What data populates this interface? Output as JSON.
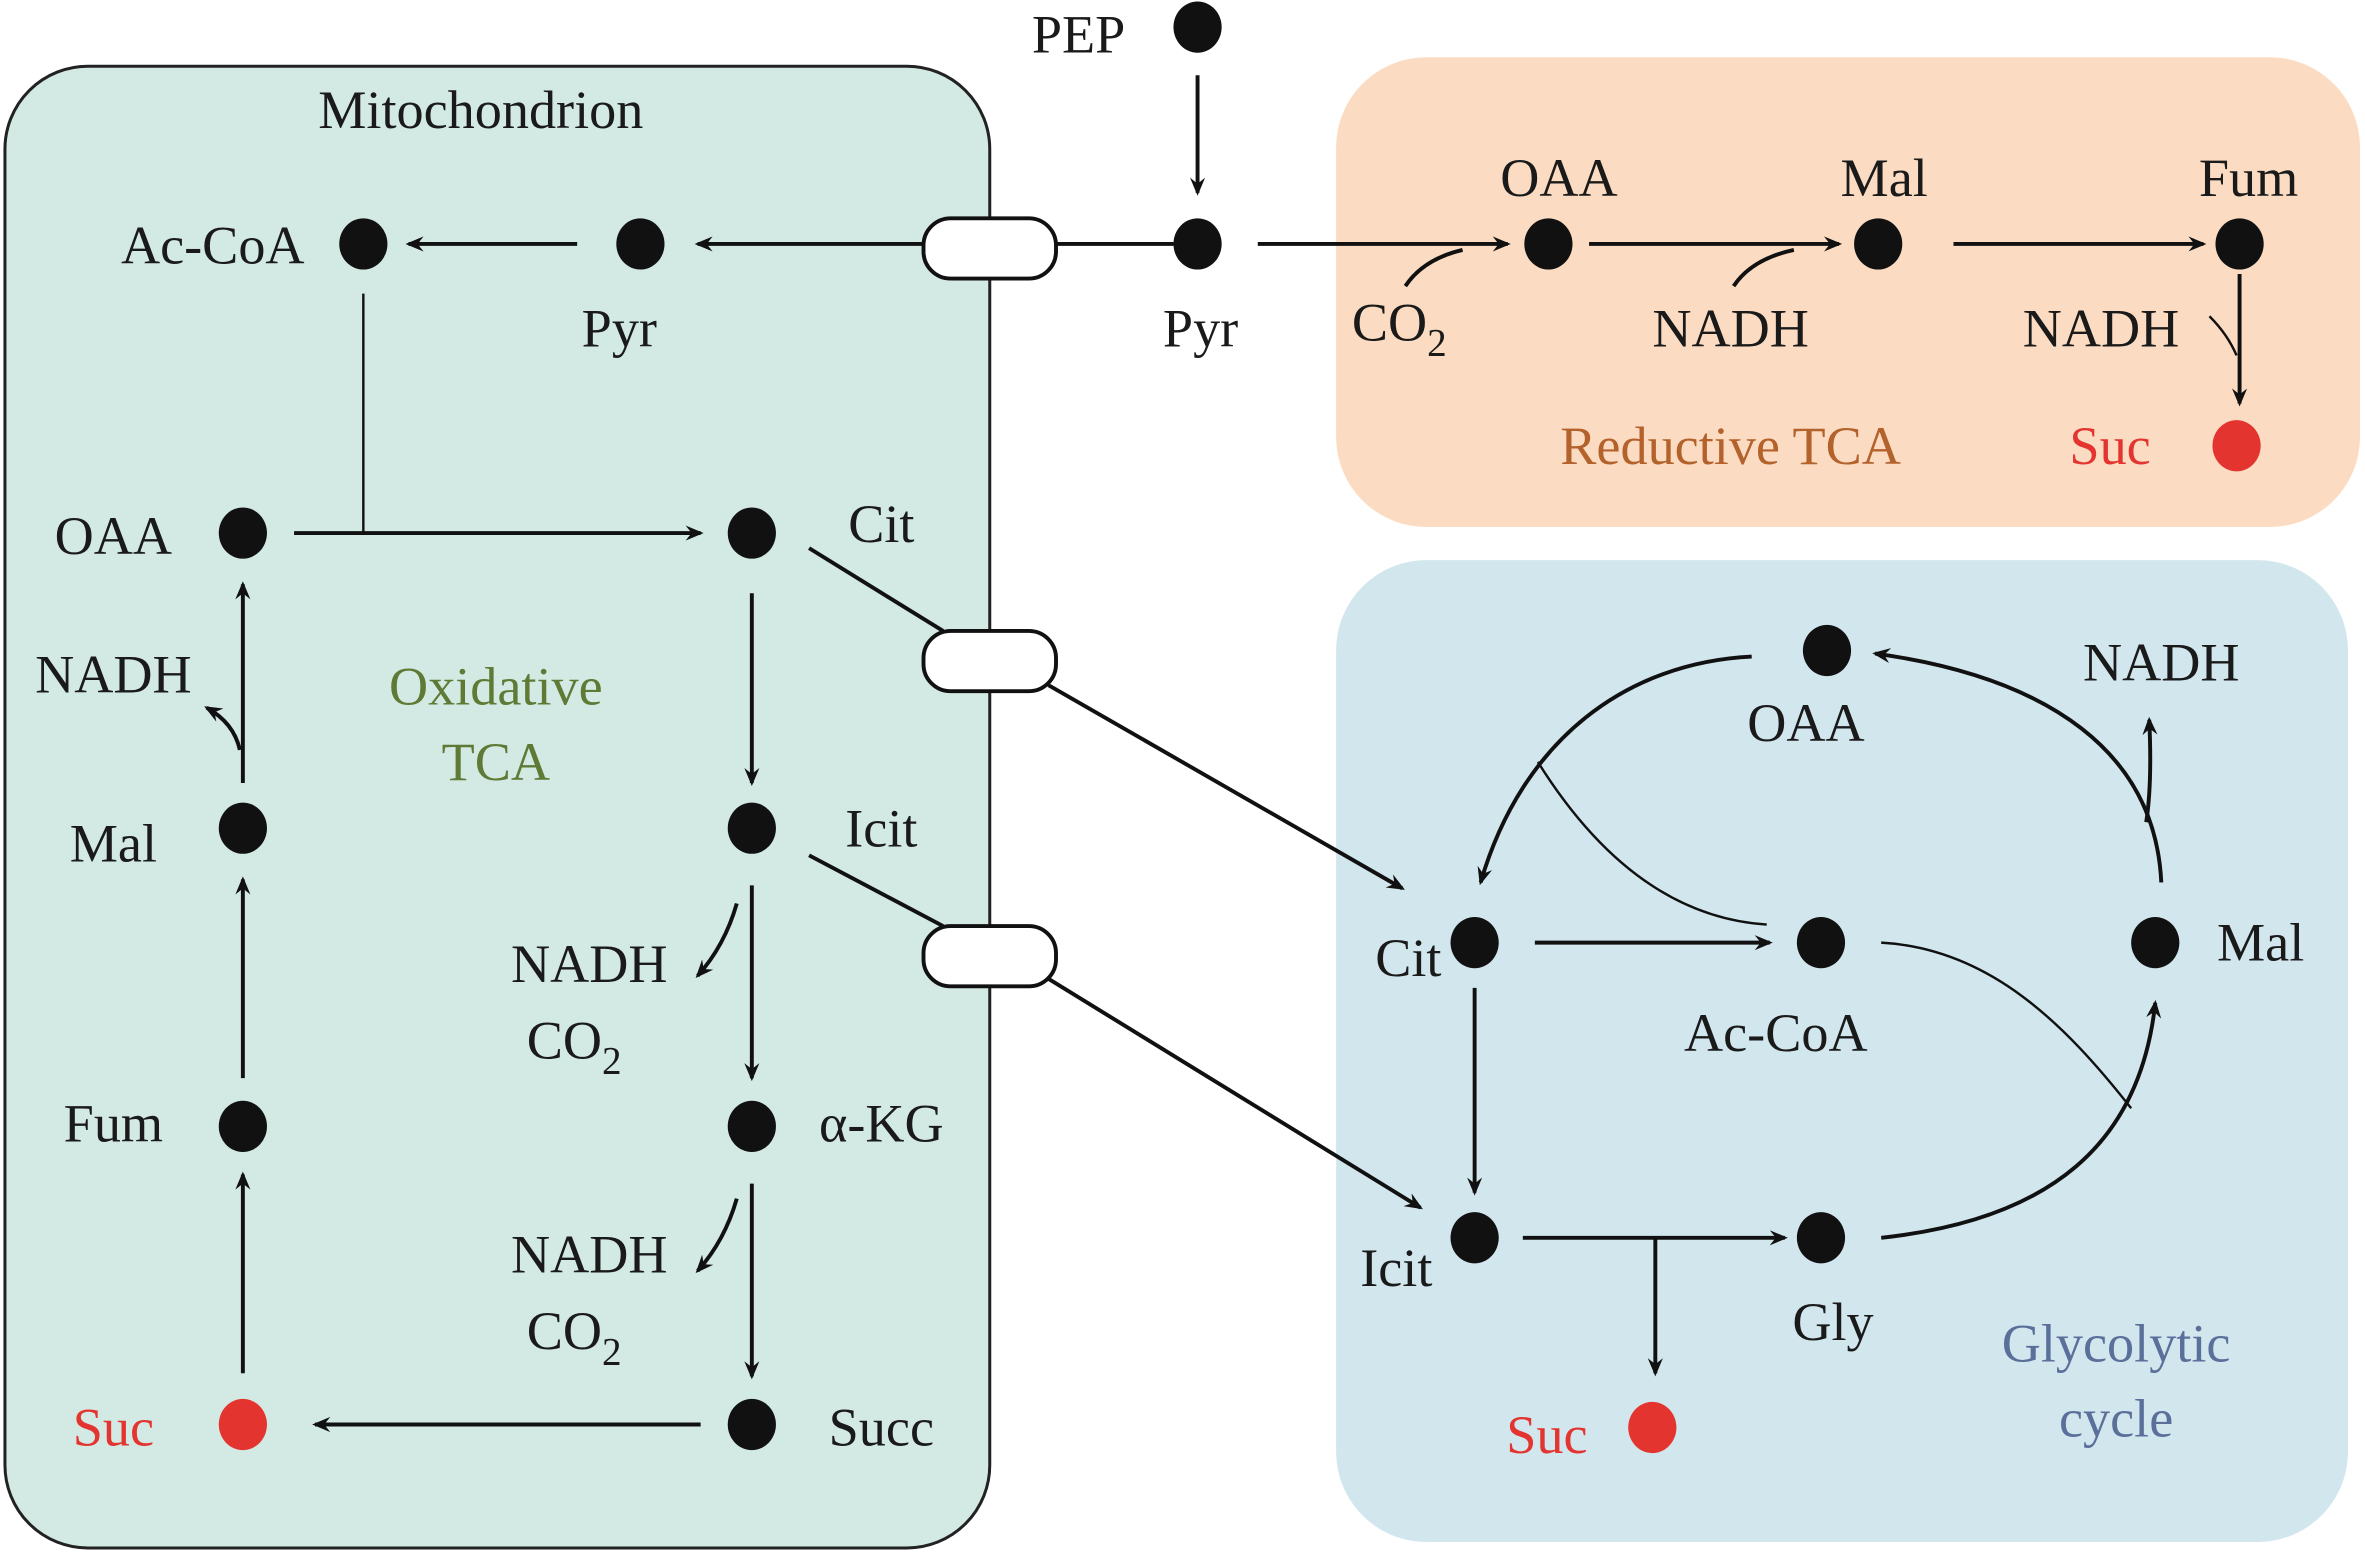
{
  "title_mito": "Mitochondrion",
  "outside": {
    "pep": "PEP",
    "pyr": "Pyr"
  },
  "mito": {
    "accoa": "Ac-CoA",
    "pyr": "Pyr",
    "oaa": "OAA",
    "cit": "Cit",
    "nadh1": "NADH",
    "mal": "Mal",
    "icit": "Icit",
    "nadh2": "NADH",
    "co2_2": "CO",
    "akg": "α-KG",
    "nadh3": "NADH",
    "co2_3": "CO",
    "fum": "Fum",
    "succ": "Succ",
    "suc": "Suc",
    "label1": "Oxidative",
    "label2": "TCA"
  },
  "reductive": {
    "oaa": "OAA",
    "mal": "Mal",
    "fum": "Fum",
    "co2": "CO",
    "nadh1": "NADH",
    "nadh2": "NADH",
    "suc": "Suc",
    "label": "Reductive TCA"
  },
  "glyox": {
    "oaa": "OAA",
    "nadh": "NADH",
    "cit": "Cit",
    "accoa": "Ac-CoA",
    "mal": "Mal",
    "icit": "Icit",
    "gly": "Gly",
    "suc": "Suc",
    "label1": "Glycolytic",
    "label2": "cycle"
  },
  "sub2": "2",
  "colors": {
    "mito_bg": "#d3e9e4",
    "reductive_bg": "#fbdcc2",
    "glyox_bg": "#d2e6ee",
    "suc": "#e3342f"
  }
}
